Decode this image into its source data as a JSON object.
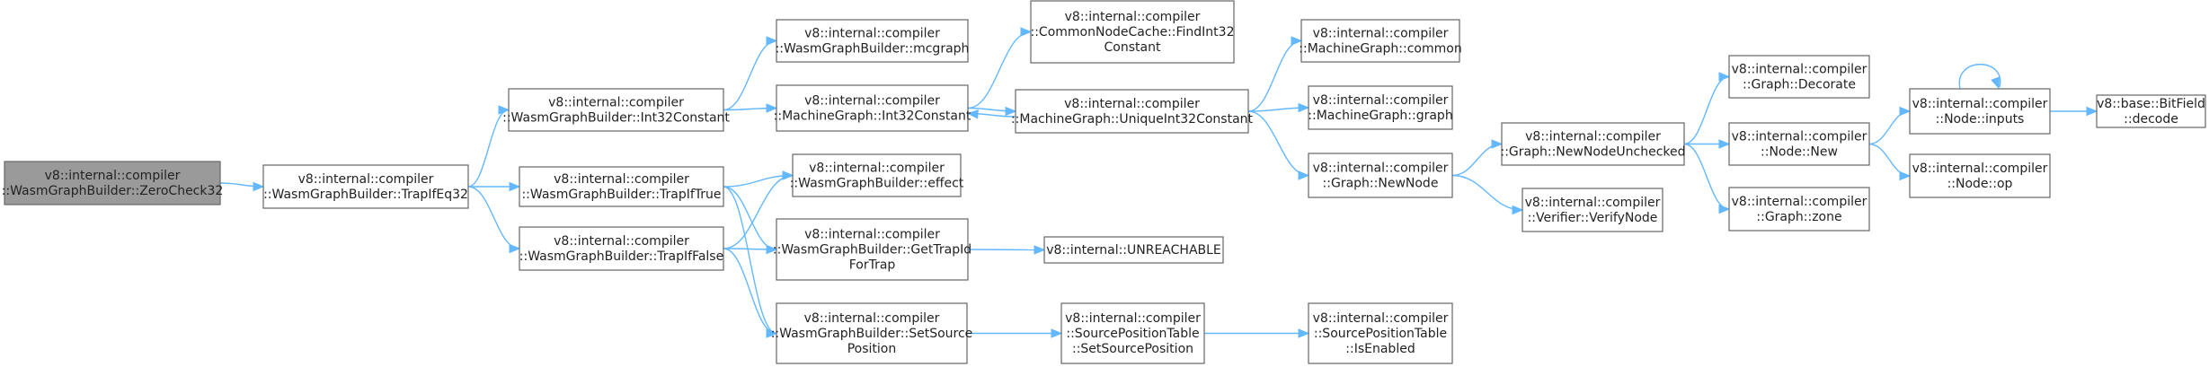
{
  "diagram": {
    "nodes": [
      {
        "id": "zerocheck",
        "root": true,
        "lines": [
          "v8::internal::compiler",
          "::WasmGraphBuilder::ZeroCheck32"
        ]
      },
      {
        "id": "trapifeq",
        "lines": [
          "v8::internal::compiler",
          "::WasmGraphBuilder::TrapIfEq32"
        ]
      },
      {
        "id": "int32const",
        "lines": [
          "v8::internal::compiler",
          "::WasmGraphBuilder::Int32Constant"
        ]
      },
      {
        "id": "trapiftrue",
        "lines": [
          "v8::internal::compiler",
          "::WasmGraphBuilder::TrapIfTrue"
        ]
      },
      {
        "id": "trapiffalse",
        "lines": [
          "v8::internal::compiler",
          "::WasmGraphBuilder::TrapIfFalse"
        ]
      },
      {
        "id": "mcgraph",
        "lines": [
          "v8::internal::compiler",
          "::WasmGraphBuilder::mcgraph"
        ]
      },
      {
        "id": "mg_int32const",
        "lines": [
          "v8::internal::compiler",
          "::MachineGraph::Int32Constant"
        ]
      },
      {
        "id": "effect",
        "lines": [
          "v8::internal::compiler",
          "::WasmGraphBuilder::effect"
        ]
      },
      {
        "id": "gettrapid",
        "lines": [
          "v8::internal::compiler",
          "::WasmGraphBuilder::GetTrapId",
          "ForTrap"
        ]
      },
      {
        "id": "setsourcepos",
        "lines": [
          "v8::internal::compiler",
          "::WasmGraphBuilder::SetSource",
          "Position"
        ]
      },
      {
        "id": "findint32",
        "lines": [
          "v8::internal::compiler",
          "::CommonNodeCache::FindInt32",
          "Constant"
        ]
      },
      {
        "id": "uniqueint32",
        "lines": [
          "v8::internal::compiler",
          "::MachineGraph::UniqueInt32Constant"
        ]
      },
      {
        "id": "unreachable",
        "lines": [
          "v8::internal::UNREACHABLE"
        ]
      },
      {
        "id": "spt_setsourcepos",
        "lines": [
          "v8::internal::compiler",
          "::SourcePositionTable",
          "::SetSourcePosition"
        ]
      },
      {
        "id": "common",
        "lines": [
          "v8::internal::compiler",
          "::MachineGraph::common"
        ]
      },
      {
        "id": "graph",
        "lines": [
          "v8::internal::compiler",
          "::MachineGraph::graph"
        ]
      },
      {
        "id": "newnode",
        "lines": [
          "v8::internal::compiler",
          "::Graph::NewNode"
        ]
      },
      {
        "id": "isenabled",
        "lines": [
          "v8::internal::compiler",
          "::SourcePositionTable",
          "::IsEnabled"
        ]
      },
      {
        "id": "newnodeunchecked",
        "lines": [
          "v8::internal::compiler",
          "::Graph::NewNodeUnchecked"
        ]
      },
      {
        "id": "verifynode",
        "lines": [
          "v8::internal::compiler",
          "::Verifier::VerifyNode"
        ]
      },
      {
        "id": "decorate",
        "lines": [
          "v8::internal::compiler",
          "::Graph::Decorate"
        ]
      },
      {
        "id": "nodenew",
        "lines": [
          "v8::internal::compiler",
          "::Node::New"
        ]
      },
      {
        "id": "zone",
        "lines": [
          "v8::internal::compiler",
          "::Graph::zone"
        ]
      },
      {
        "id": "inputs",
        "lines": [
          "v8::internal::compiler",
          "::Node::inputs"
        ]
      },
      {
        "id": "op",
        "lines": [
          "v8::internal::compiler",
          "::Node::op"
        ]
      },
      {
        "id": "bitfield",
        "lines": [
          "v8::base::BitField",
          "::decode"
        ]
      }
    ],
    "edges": [
      [
        "zerocheck",
        "trapifeq"
      ],
      [
        "trapifeq",
        "int32const"
      ],
      [
        "trapifeq",
        "trapiftrue"
      ],
      [
        "trapifeq",
        "trapiffalse"
      ],
      [
        "int32const",
        "mcgraph"
      ],
      [
        "int32const",
        "mg_int32const"
      ],
      [
        "trapiftrue",
        "effect"
      ],
      [
        "trapiftrue",
        "gettrapid"
      ],
      [
        "trapiftrue",
        "setsourcepos"
      ],
      [
        "trapiffalse",
        "effect"
      ],
      [
        "trapiffalse",
        "gettrapid"
      ],
      [
        "trapiffalse",
        "setsourcepos"
      ],
      [
        "mg_int32const",
        "findint32"
      ],
      [
        "mg_int32const",
        "uniqueint32"
      ],
      [
        "uniqueint32",
        "mg_int32const"
      ],
      [
        "uniqueint32",
        "common"
      ],
      [
        "uniqueint32",
        "graph"
      ],
      [
        "uniqueint32",
        "newnode"
      ],
      [
        "gettrapid",
        "unreachable"
      ],
      [
        "setsourcepos",
        "spt_setsourcepos"
      ],
      [
        "spt_setsourcepos",
        "isenabled"
      ],
      [
        "newnode",
        "newnodeunchecked"
      ],
      [
        "newnode",
        "verifynode"
      ],
      [
        "newnodeunchecked",
        "decorate"
      ],
      [
        "newnodeunchecked",
        "nodenew"
      ],
      [
        "newnodeunchecked",
        "zone"
      ],
      [
        "nodenew",
        "inputs"
      ],
      [
        "nodenew",
        "op"
      ],
      [
        "inputs",
        "inputs"
      ],
      [
        "inputs",
        "bitfield"
      ]
    ]
  }
}
